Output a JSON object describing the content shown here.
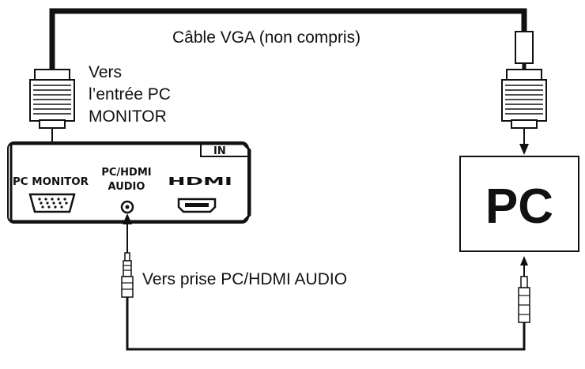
{
  "labels": {
    "vga_cable": "Câble VGA (non compris)",
    "to_pc_line1": "Vers",
    "to_pc_line2": "l’entrée PC",
    "to_pc_line3": "MONITOR",
    "to_audio": "Vers prise PC/HDMI AUDIO"
  },
  "panel": {
    "in_label": "IN",
    "pc_monitor": "PC MONITOR",
    "audio_line1": "PC/HDMI",
    "audio_line2": "AUDIO",
    "hdmi": "HDMI"
  },
  "computer": {
    "label": "PC"
  },
  "colors": {
    "line": "#111111",
    "background": "#ffffff"
  }
}
